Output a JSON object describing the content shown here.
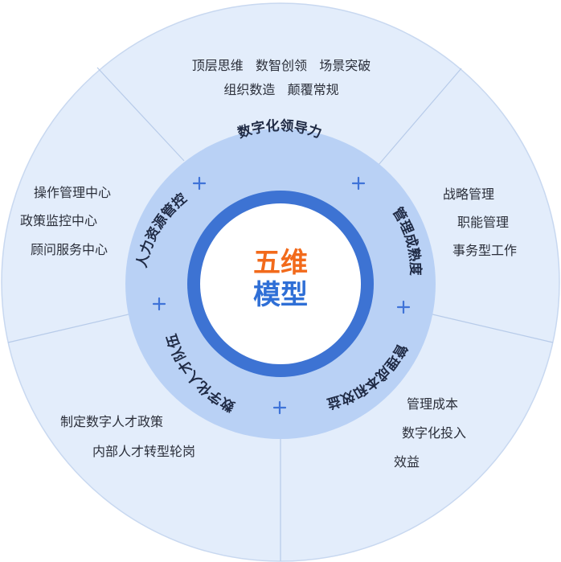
{
  "diagram": {
    "center": {
      "line1": "五维",
      "line2": "模型"
    },
    "colors": {
      "outer_fill": "#e3edfb",
      "outer_stroke": "#c8d8f0",
      "ring_fill": "#b9d1f5",
      "inner_ring": "#3d73d3",
      "center_fill": "#ffffff",
      "accent_orange": "#f26a1b",
      "accent_blue": "#2f6fd6"
    },
    "ring_labels": [
      "数字化领导力",
      "管理成熟度",
      "管理成本和效益",
      "数字化人才队伍",
      "人力资源管控"
    ],
    "segments": [
      {
        "lines": [
          "顶层思维   数智创领   场景突破",
          "组织数造   颠覆常规"
        ]
      },
      {
        "lines": [
          "战略管理",
          "职能管理",
          "事务型工作"
        ]
      },
      {
        "lines": [
          "管理成本",
          "数字化投入",
          "效益"
        ]
      },
      {
        "lines": [
          "制定数字人才政策",
          "内部人才转型轮岗"
        ]
      },
      {
        "lines": [
          "操作管理中心",
          "政策监控中心",
          "顾问服务中心"
        ]
      }
    ]
  }
}
